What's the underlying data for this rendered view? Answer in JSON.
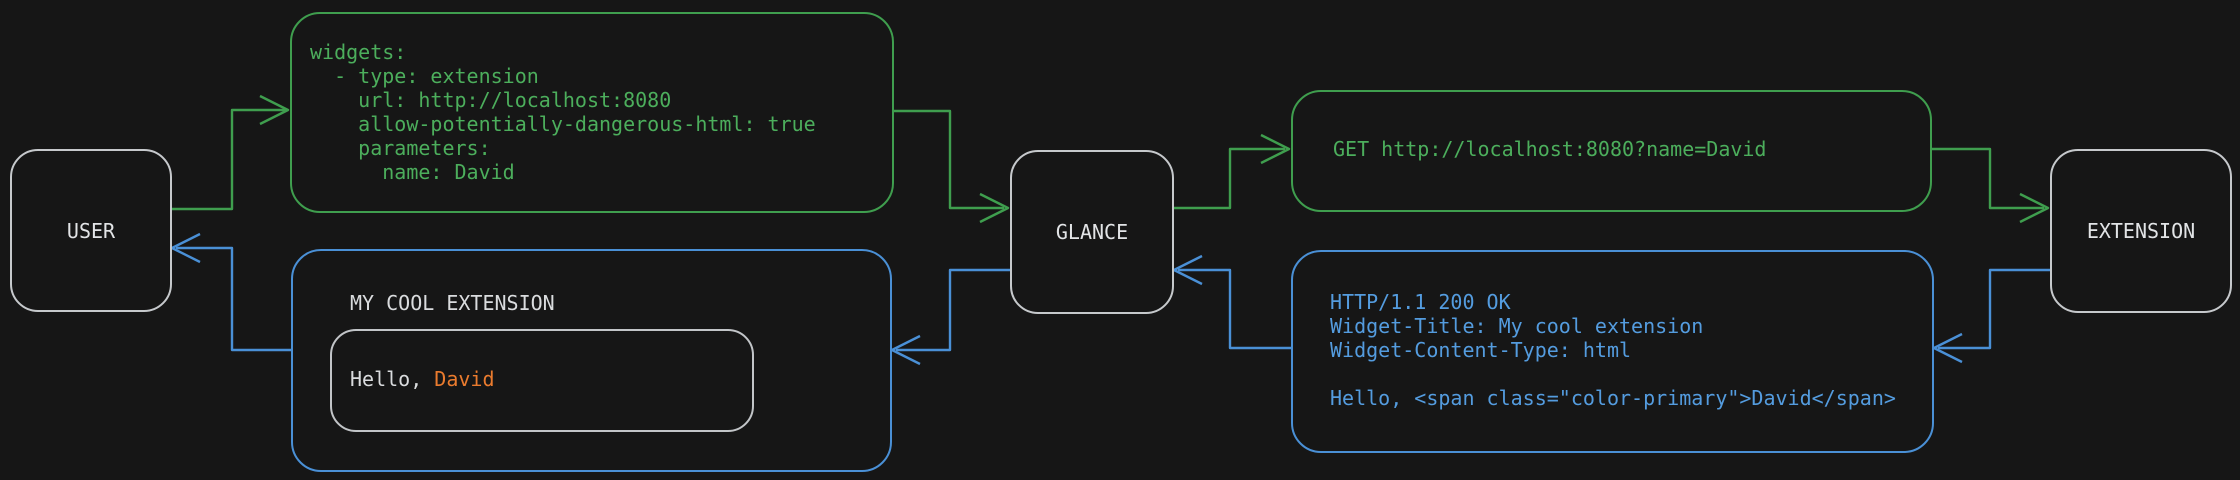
{
  "colors": {
    "background": "#161616",
    "green_line": "#3f9e4e",
    "green_text": "#4cae5c",
    "blue_line": "#4a90d6",
    "blue_text": "#549cdf",
    "node_border": "#c6c9cc",
    "node_text": "#e2e4e6",
    "inner_border": "#c2c5c8",
    "white_text": "#dadcde",
    "orange_text": "#ea7b2e"
  },
  "nodes": {
    "user": "USER",
    "glance": "GLANCE",
    "extension": "EXTENSION"
  },
  "config_box": {
    "code": "widgets:\n  - type: extension\n    url: http://localhost:8080\n    allow-potentially-dangerous-html: true\n    parameters:\n      name: David"
  },
  "request_box": {
    "text": "GET http://localhost:8080?name=David"
  },
  "response_box": {
    "code": "HTTP/1.1 200 OK\nWidget-Title: My cool extension\nWidget-Content-Type: html\n\nHello, <span class=\"color-primary\">David</span>"
  },
  "widget_box": {
    "title": "MY COOL EXTENSION",
    "greeting_prefix": "Hello, ",
    "greeting_name": "David"
  }
}
